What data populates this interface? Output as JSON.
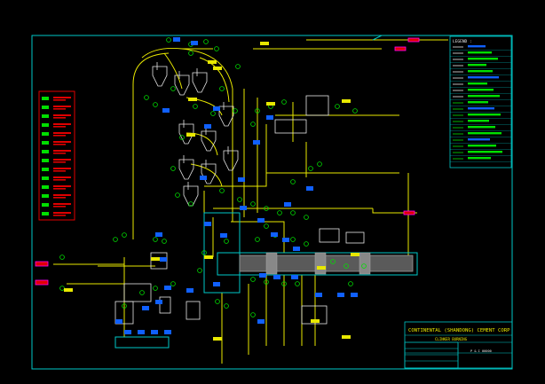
{
  "title_block": {
    "company": "CONTINENTAL (SHANDONG) CEMENT CORP",
    "drawing": "CLINKER BURNING",
    "drawing_no": "P & I 00000"
  },
  "legend": {
    "header": "LEGEND :"
  },
  "colors": {
    "background": "#000000",
    "frame": "#00c8c8",
    "process_line": "#e8e800",
    "equipment": "#e8e8e8",
    "instrument": "#00e000",
    "tag": "#1060ff",
    "warning": "#e00000",
    "accent": "#ff00ff"
  }
}
